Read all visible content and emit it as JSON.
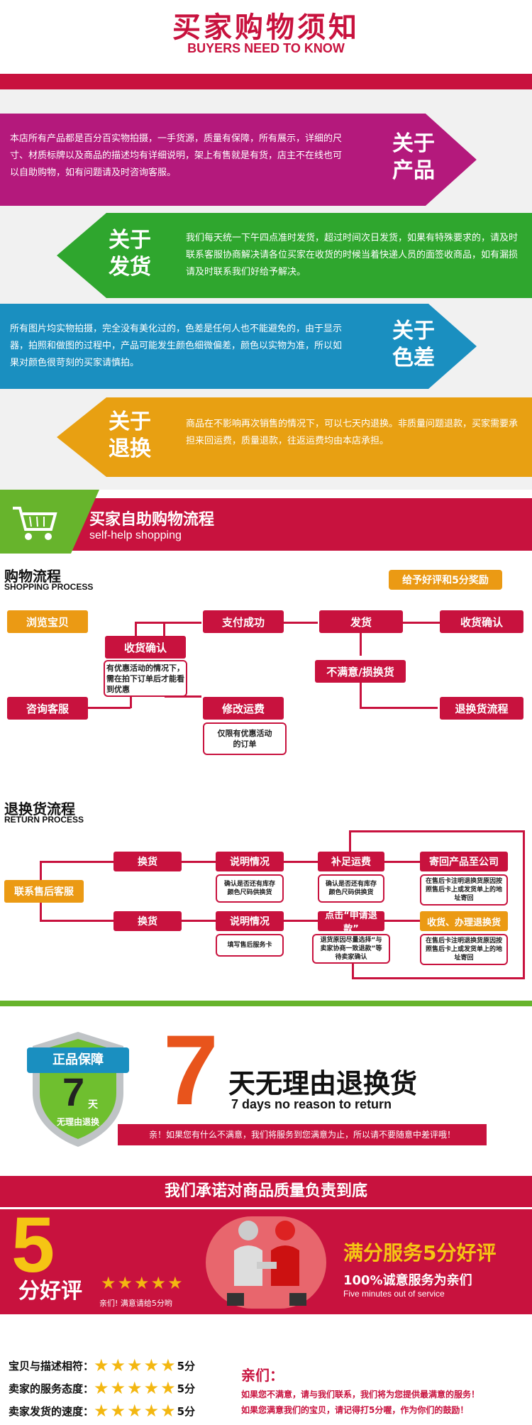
{
  "notice": {
    "title_cn": "买家购物须知",
    "title_en": "BUYERS NEED TO KNOW"
  },
  "sections": [
    {
      "key": "product",
      "label_l1": "关于",
      "label_l2": "产品",
      "color": "#b4197c",
      "text": "本店所有产品都是百分百实物拍摄，一手货源，质量有保障，所有展示，详细的尺寸、材质标牌以及商品的描述均有详细说明，架上有售就是有货，店主不在线也可以自助购物，如有问题请及时咨询客服。"
    },
    {
      "key": "shipping",
      "label_l1": "关于",
      "label_l2": "发货",
      "color": "#2fa62e",
      "text": "我们每天统一下午四点准时发货，超过时间次日发货，如果有特殊要求的，请及时联系客服协商解决请各位买家在收货的时候当着快递人员的面签收商品，如有漏损请及时联系我们好给予解决。"
    },
    {
      "key": "color",
      "label_l1": "关于",
      "label_l2": "色差",
      "color": "#1a8fc0",
      "text": "所有图片均实物拍摄，完全没有美化过的，色差是任何人也不能避免的，由于显示器，拍照和做图的过程中，产品可能发生颜色细微偏差，颜色以实物为准，所以如果对颜色很苛刻的买家请慎拍。"
    },
    {
      "key": "return",
      "label_l1": "关于",
      "label_l2": "退换",
      "color": "#e8a012",
      "text": "商品在不影响再次销售的情况下，可以七天内退换。非质量问题退款，买家需要承担来回运费，质量退款，往返运费均由本店承担。"
    }
  ],
  "selfhelp": {
    "title_cn": "买家自助购物流程",
    "title_en": "self-help shopping"
  },
  "shopping": {
    "title_cn": "购物流程",
    "title_en": "SHOPPING PROCESS",
    "reward": "给予好评和5分奖励",
    "browse": "浏览宝贝",
    "confirm1": "收货确认",
    "note1": "有优惠活动的情况下，需在拍下订单后才能看到优惠",
    "consult": "咨询客服",
    "pay": "支付成功",
    "ship": "发货",
    "confirm2": "收货确认",
    "unhappy": "不满意/损换货",
    "modify": "修改运费",
    "note2": "仅限有优惠活动的订单",
    "returnflow": "退换货流程"
  },
  "returns": {
    "title_cn": "退换货流程",
    "title_en": "RETURN PROCESS",
    "contact": "联系售后客服",
    "exchange": "换货",
    "explain1": "说明情况",
    "note_e1": "确认是否还有库存颜色尺码供换货",
    "supplement": "补足运费",
    "note_s": "确认是否还有库存颜色尺码供换货",
    "sendback": "寄回产品至公司",
    "note_sb": "在售后卡注明退换货原因按照售后卡上或发货单上的地址寄回",
    "exchange2": "换货",
    "explain2": "说明情况",
    "note_e2": "填写售后服务卡",
    "refund": "点击“申请退款”",
    "note_r": "退货原因尽量选择“与卖家协商一致退款”等待卖家确认",
    "receive": "收货、办理退换货",
    "note_rc": "在售后卡注明退换货原因按照售后卡上或发货单上的地址寄回"
  },
  "guarantee": {
    "shield_top": "正品保障",
    "shield_num": "7",
    "shield_day": "天",
    "shield_bottom": "无理由退换",
    "big_num": "7",
    "big_cn": "天无理由退换货",
    "big_en": "7 days no reason to return",
    "ribbon": "亲！如果您有什么不满意，我们将服务到您满意为止，所以请不要随意中差评哦！"
  },
  "promise": {
    "text": "我们承诺对商品质量负责到底"
  },
  "rating": {
    "num": "5",
    "label": "分好评",
    "sub": "亲们!  满意请给5分哟",
    "title": "满分服务5分好评",
    "subtitle": "100%诚意服务为亲们",
    "en": "Five minutes out of service"
  },
  "scores": [
    {
      "label": "宝贝与描述相符：",
      "score": "5分"
    },
    {
      "label": "卖家的服务态度：",
      "score": "5分"
    },
    {
      "label": "卖家发货的速度：",
      "score": "5分"
    }
  ],
  "closing": {
    "title": "亲们：",
    "line1": "如果您不满意，请与我们联系，我们将为您提供最满意的服务！",
    "line2": "如果您满意我们的宝贝，请记得打5分喔，作为你们的鼓励！"
  }
}
